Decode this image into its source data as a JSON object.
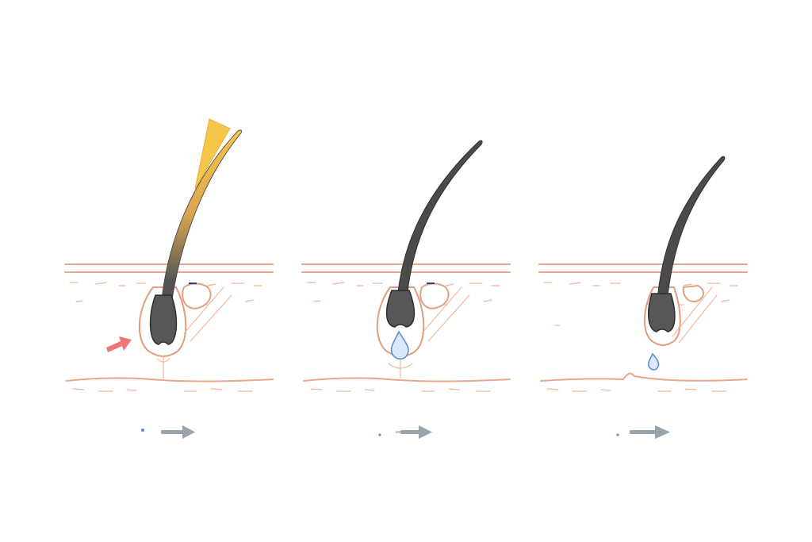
{
  "background": "#ffffff",
  "colors": {
    "skin_outline": "#e9a88c",
    "hair": "#4b4b4b",
    "wax_strip": "#f5c64a",
    "pointer_arrow": "#f07575",
    "fluid_drop": "#5b8fd8",
    "step_arrow": "#9aa3ac"
  },
  "stages": [
    {
      "name": "hair-with-wax-strip",
      "elements": [
        "hair",
        "follicle",
        "sebaceous-gland",
        "wax-strip",
        "pointer-arrow",
        "step-arrow"
      ]
    },
    {
      "name": "hair-with-fluid",
      "elements": [
        "hair",
        "follicle",
        "sebaceous-gland",
        "fluid-drop",
        "step-arrow"
      ]
    },
    {
      "name": "hair-detached",
      "elements": [
        "hair",
        "follicle",
        "fluid-drop",
        "step-arrow"
      ]
    }
  ]
}
